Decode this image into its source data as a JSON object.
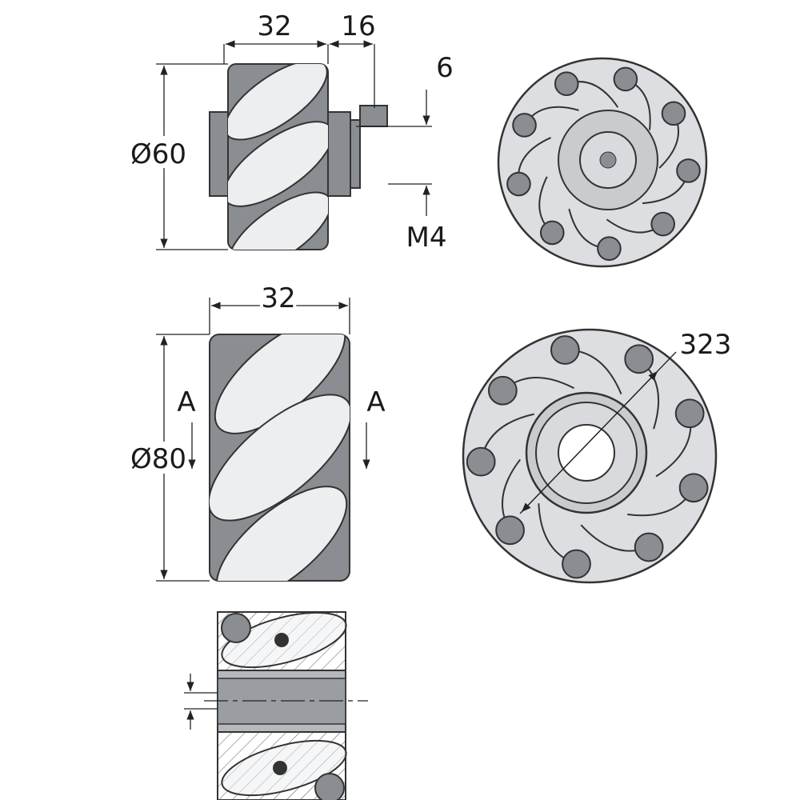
{
  "title": "Mecanum wheel dimension drawing",
  "views": {
    "small_wheel": {
      "width": "32",
      "hub_length": "16",
      "thread_offset": "6",
      "diameter": "Ø60",
      "thread": "M4"
    },
    "large_wheel": {
      "width": "32",
      "diameter": "Ø80",
      "section_left": "A",
      "section_right": "A",
      "face_dimension": "323"
    }
  },
  "colors": {
    "body": "#8a8d92",
    "roller": "#eceef0",
    "face": "#dcdee1",
    "line": "#222222"
  }
}
